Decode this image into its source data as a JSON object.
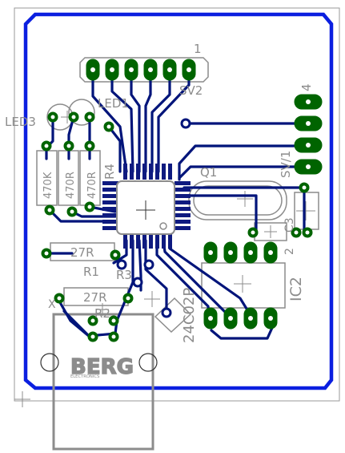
{
  "labels": {
    "header_pin1": "1",
    "sv2": "SV2",
    "led1": "LED1",
    "led3": "LED3",
    "r4": "R4",
    "q1": "Q1",
    "jp4": "4",
    "sv1": "SV/1",
    "c3": "C3",
    "c3_pin": "2",
    "r1": "R1",
    "r1_val": "27R",
    "r2": "R2",
    "r2_val": "27R",
    "r3": "R3",
    "x": "X",
    "ic2": "IC2",
    "ic2_part": "24C02P",
    "res_470k": "470K",
    "res_470r_a": "470R",
    "res_470r_b": "470R",
    "logo_main": "BERG",
    "logo_sub": "ELECTRONICS"
  },
  "colors": {
    "board_outline": "#0b1fe0",
    "trace": "#00147a",
    "pad": "#006400",
    "silkscreen": "#8c8c8c"
  }
}
